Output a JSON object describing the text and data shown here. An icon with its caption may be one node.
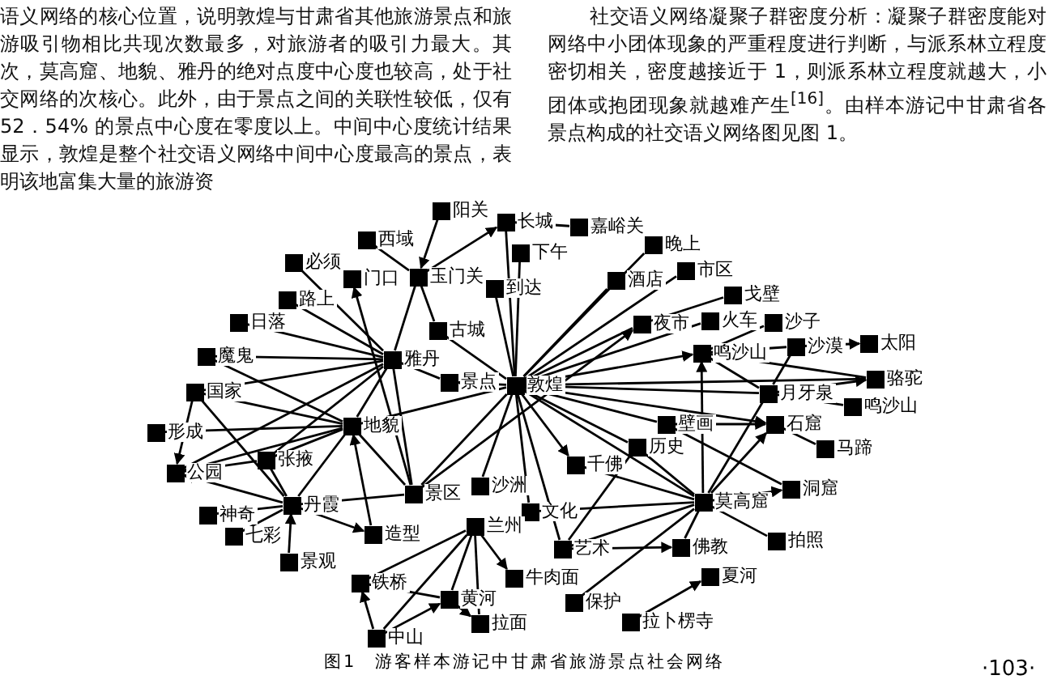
{
  "diagram": {
    "caption": "图1　游客样本游记中甘肃省旅游景点社会网络",
    "nodes": [
      {
        "text": [
          "阳关"
        ]
      },
      {
        "text": [
          "长城"
        ]
      },
      {
        "text": [
          "嘉峪关"
        ]
      },
      {
        "text": [
          "西域"
        ]
      },
      {
        "text": [
          "下午"
        ]
      },
      {
        "text": [
          "晚上"
        ]
      },
      {
        "text": [
          "必须"
        ]
      },
      {
        "text": [
          "门口"
        ]
      },
      {
        "text": [
          "玉门关"
        ]
      },
      {
        "text": [
          "到达"
        ]
      },
      {
        "text": [
          "酒店"
        ]
      },
      {
        "text": [
          "市区"
        ]
      },
      {
        "text": [
          "路上"
        ]
      },
      {
        "text": [
          "戈壁"
        ]
      },
      {
        "text": [
          "夜市"
        ]
      },
      {
        "text": [
          "火车"
        ]
      },
      {
        "text": [
          "沙子"
        ]
      },
      {
        "text": [
          "日落"
        ]
      },
      {
        "text": [
          "古城"
        ]
      },
      {
        "text": [
          "雅丹"
        ]
      },
      {
        "text": [
          "鸣沙山"
        ]
      },
      {
        "text": [
          "沙漠"
        ]
      },
      {
        "text": [
          "太阳"
        ]
      },
      {
        "text": [
          "魔鬼"
        ]
      },
      {
        "text": [
          "景点"
        ]
      },
      {
        "text": [
          "敦煌"
        ]
      },
      {
        "text": [
          "骆驼"
        ]
      },
      {
        "text": [
          "国家"
        ]
      },
      {
        "text": [
          "月牙泉"
        ]
      },
      {
        "text": [
          "鸣沙山"
        ]
      },
      {
        "text": [
          "地貌"
        ]
      },
      {
        "text": [
          "形成"
        ]
      },
      {
        "text": [
          "壁画"
        ]
      },
      {
        "text": [
          "石窟"
        ]
      },
      {
        "text": [
          "历史"
        ]
      },
      {
        "text": [
          "马蹄"
        ]
      },
      {
        "text": [
          "公园"
        ]
      },
      {
        "text": [
          "张掖"
        ]
      },
      {
        "text": [
          "千佛"
        ]
      },
      {
        "text": [
          "沙洲"
        ]
      },
      {
        "text": [
          "景区"
        ]
      },
      {
        "text": [
          "洞窟"
        ]
      },
      {
        "text": [
          "丹霞"
        ]
      },
      {
        "text": [
          "莫高窟"
        ]
      },
      {
        "text": [
          "神奇"
        ]
      },
      {
        "text": [
          "文化"
        ]
      },
      {
        "text": [
          "兰州"
        ]
      },
      {
        "text": [
          "七彩"
        ]
      },
      {
        "text": [
          "造型"
        ]
      },
      {
        "text": [
          "拍照"
        ]
      },
      {
        "text": [
          "艺术"
        ]
      },
      {
        "text": [
          "佛教"
        ]
      },
      {
        "text": [
          "景观"
        ]
      },
      {
        "text": [
          "牛肉面"
        ]
      },
      {
        "text": [
          "夏河"
        ]
      },
      {
        "text": [
          "铁桥"
        ]
      },
      {
        "text": [
          "黄河"
        ]
      },
      {
        "text": [
          "保护"
        ]
      },
      {
        "text": [
          "拉面"
        ]
      },
      {
        "text": [
          "拉卜楞寺"
        ]
      },
      {
        "text": [
          "中山"
        ]
      }
    ],
    "edges": [
      {
        "from": 0,
        "to": 8,
        "arrow": "to"
      },
      {
        "from": 8,
        "to": 1,
        "arrow": "to"
      },
      {
        "from": 3,
        "to": 8,
        "arrow": "none"
      },
      {
        "from": 1,
        "to": 2,
        "arrow": "none"
      },
      {
        "from": 8,
        "to": 18,
        "arrow": "none"
      },
      {
        "from": 8,
        "to": 19,
        "arrow": "none"
      },
      {
        "from": 40,
        "to": 7,
        "arrow": "to"
      },
      {
        "from": 6,
        "to": 19,
        "arrow": "none"
      },
      {
        "from": 12,
        "to": 19,
        "arrow": "none"
      },
      {
        "from": 17,
        "to": 19,
        "arrow": "none"
      },
      {
        "from": 23,
        "to": 19,
        "arrow": "none"
      },
      {
        "from": 27,
        "to": 19,
        "arrow": "none"
      },
      {
        "from": 19,
        "to": 24,
        "arrow": "none"
      },
      {
        "from": 19,
        "to": 30,
        "arrow": "none"
      },
      {
        "from": 19,
        "to": 40,
        "arrow": "none"
      },
      {
        "from": 36,
        "to": 19,
        "arrow": "none"
      },
      {
        "from": 37,
        "to": 19,
        "arrow": "none"
      },
      {
        "from": 25,
        "to": 24,
        "arrow": "to"
      },
      {
        "from": 25,
        "to": 1,
        "arrow": "none"
      },
      {
        "from": 25,
        "to": 4,
        "arrow": "none"
      },
      {
        "from": 25,
        "to": 9,
        "arrow": "none"
      },
      {
        "from": 25,
        "to": 18,
        "arrow": "none"
      },
      {
        "from": 25,
        "to": 5,
        "arrow": "none"
      },
      {
        "from": 25,
        "to": 10,
        "arrow": "none"
      },
      {
        "from": 25,
        "to": 11,
        "arrow": "none"
      },
      {
        "from": 25,
        "to": 14,
        "arrow": "none"
      },
      {
        "from": 25,
        "to": 15,
        "arrow": "none"
      },
      {
        "from": 25,
        "to": 20,
        "arrow": "to"
      },
      {
        "from": 25,
        "to": 26,
        "arrow": "none"
      },
      {
        "from": 25,
        "to": 28,
        "arrow": "none"
      },
      {
        "from": 25,
        "to": 32,
        "arrow": "none"
      },
      {
        "from": 25,
        "to": 33,
        "arrow": "to"
      },
      {
        "from": 25,
        "to": 34,
        "arrow": "none"
      },
      {
        "from": 25,
        "to": 38,
        "arrow": "to"
      },
      {
        "from": 25,
        "to": 43,
        "arrow": "none"
      },
      {
        "from": 25,
        "to": 45,
        "arrow": "none"
      },
      {
        "from": 25,
        "to": 39,
        "arrow": "none"
      },
      {
        "from": 25,
        "to": 50,
        "arrow": "none"
      },
      {
        "from": 25,
        "to": 40,
        "arrow": "none"
      },
      {
        "from": 25,
        "to": 30,
        "arrow": "none"
      },
      {
        "from": 40,
        "to": 14,
        "arrow": "to"
      },
      {
        "from": 14,
        "to": 13,
        "arrow": "none"
      },
      {
        "from": 27,
        "to": 30,
        "arrow": "none"
      },
      {
        "from": 31,
        "to": 30,
        "arrow": "none"
      },
      {
        "from": 36,
        "to": 30,
        "arrow": "none"
      },
      {
        "from": 37,
        "to": 30,
        "arrow": "none"
      },
      {
        "from": 42,
        "to": 30,
        "arrow": "none"
      },
      {
        "from": 40,
        "to": 30,
        "arrow": "none"
      },
      {
        "from": 48,
        "to": 30,
        "arrow": "to"
      },
      {
        "from": 23,
        "to": 30,
        "arrow": "none"
      },
      {
        "from": 27,
        "to": 36,
        "arrow": "to"
      },
      {
        "from": 27,
        "to": 42,
        "arrow": "none"
      },
      {
        "from": 37,
        "to": 42,
        "arrow": "none"
      },
      {
        "from": 42,
        "to": 36,
        "arrow": "to"
      },
      {
        "from": 44,
        "to": 42,
        "arrow": "none"
      },
      {
        "from": 47,
        "to": 42,
        "arrow": "none"
      },
      {
        "from": 52,
        "to": 42,
        "arrow": "to"
      },
      {
        "from": 42,
        "to": 48,
        "arrow": "to"
      },
      {
        "from": 40,
        "to": 42,
        "arrow": "none"
      },
      {
        "from": 36,
        "to": 37,
        "arrow": "none"
      },
      {
        "from": 20,
        "to": 21,
        "arrow": "none"
      },
      {
        "from": 21,
        "to": 22,
        "arrow": "to"
      },
      {
        "from": 16,
        "to": 20,
        "arrow": "none"
      },
      {
        "from": 20,
        "to": 26,
        "arrow": "none"
      },
      {
        "from": 20,
        "to": 28,
        "arrow": "none"
      },
      {
        "from": 28,
        "to": 21,
        "arrow": "none"
      },
      {
        "from": 28,
        "to": 26,
        "arrow": "to"
      },
      {
        "from": 28,
        "to": 29,
        "arrow": "none"
      },
      {
        "from": 32,
        "to": 33,
        "arrow": "to"
      },
      {
        "from": 32,
        "to": 41,
        "arrow": "none"
      },
      {
        "from": 33,
        "to": 35,
        "arrow": "none"
      },
      {
        "from": 43,
        "to": 20,
        "arrow": "to"
      },
      {
        "from": 43,
        "to": 28,
        "arrow": "none"
      },
      {
        "from": 43,
        "to": 33,
        "arrow": "to"
      },
      {
        "from": 43,
        "to": 34,
        "arrow": "none"
      },
      {
        "from": 43,
        "to": 38,
        "arrow": "none"
      },
      {
        "from": 43,
        "to": 45,
        "arrow": "none"
      },
      {
        "from": 43,
        "to": 50,
        "arrow": "none"
      },
      {
        "from": 43,
        "to": 51,
        "arrow": "none"
      },
      {
        "from": 43,
        "to": 57,
        "arrow": "none"
      },
      {
        "from": 43,
        "to": 49,
        "arrow": "none"
      },
      {
        "from": 43,
        "to": 41,
        "arrow": "to"
      },
      {
        "from": 34,
        "to": 50,
        "arrow": "none"
      },
      {
        "from": 50,
        "to": 51,
        "arrow": "to"
      },
      {
        "from": 59,
        "to": 54,
        "arrow": "to"
      },
      {
        "from": 46,
        "to": 55,
        "arrow": "none"
      },
      {
        "from": 46,
        "to": 56,
        "arrow": "none"
      },
      {
        "from": 46,
        "to": 53,
        "arrow": "to"
      },
      {
        "from": 46,
        "to": 58,
        "arrow": "none"
      },
      {
        "from": 46,
        "to": 60,
        "arrow": "none"
      },
      {
        "from": 60,
        "to": 55,
        "arrow": "to"
      },
      {
        "from": 60,
        "to": 56,
        "arrow": "to"
      },
      {
        "from": 55,
        "to": 56,
        "arrow": "none"
      },
      {
        "from": 56,
        "to": 58,
        "arrow": "to"
      }
    ],
    "labels": [
      "语义网络的核心位置，说明敦煌与甘肃省其他旅游景点和旅游吸引物相比共现次数最多，对旅游者的吸引力最大。其次，莫高窟、地貌、雅丹的绝对点度中心度也较高，处于社交网络的次核心。此外，由于景点之间的关联性较低，仅有 52．54% 的景点中心度在零度以上。中间中心度统计结果显示，敦煌是整个社交语义网络中间中心度最高的景点，表明该地富集大量的旅游资",
      "社交语义网络凝聚子群密度分析：凝聚子群密度能对网络中小团体现象的严重程度进行判断，与派系林立程度密切相关，密度越接近于 1，则派系林立程度就越大，小团体或抱团现象就越难产生$^{[16]}$。由样本游记中甘肃省各景点构成的社交语义网络图见图 1。",
      "·103·"
    ]
  }
}
